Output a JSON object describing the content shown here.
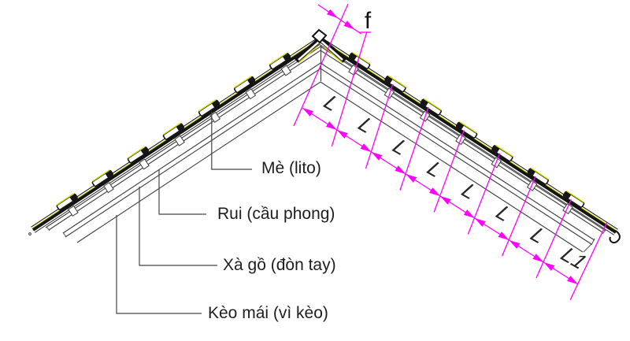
{
  "diagram": {
    "description": "Isometric roof framing detail: battens, rafters, purlins and truss with batten spacing dimensions",
    "callouts": [
      {
        "label": "Mè (lito)"
      },
      {
        "label": "Rui (cầu phong)"
      },
      {
        "label": "Xà gồ (đòn tay)"
      },
      {
        "label": "Kèo mái (vì kèo)"
      }
    ],
    "dimension_labels": {
      "ridge_offset": "f",
      "spacing_labels": [
        "L",
        "L",
        "L",
        "L",
        "L",
        "L",
        "L",
        "L1"
      ]
    },
    "colors": {
      "dimension_line": "#ff00ff",
      "batten_accent": "#d8d800",
      "structure_line": "#3c3c3c",
      "structure_dark": "#141414",
      "label_text": "#1e1e1e",
      "background": "#ffffff"
    }
  }
}
